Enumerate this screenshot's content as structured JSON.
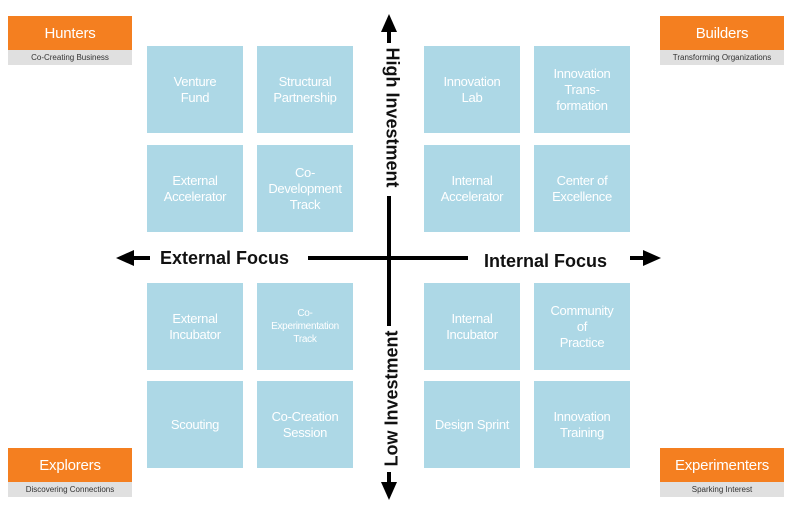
{
  "corners": {
    "top_left": {
      "title": "Hunters",
      "subtitle": "Co-Creating Business"
    },
    "top_right": {
      "title": "Builders",
      "subtitle": "Transforming Organizations"
    },
    "bottom_left": {
      "title": "Explorers",
      "subtitle": "Discovering Connections"
    },
    "bottom_right": {
      "title": "Experimenters",
      "subtitle": "Sparking Interest"
    }
  },
  "axes": {
    "top": "High Investment",
    "bottom": "Low Investment",
    "left": "External Focus",
    "right": "Internal Focus"
  },
  "quadrants": {
    "top_left": [
      "Venture\nFund",
      "Structural\nPartnership",
      "External\nAccelerator",
      "Co-\nDevelopment\nTrack"
    ],
    "top_right": [
      "Innovation\nLab",
      "Innovation\nTrans-\nformation",
      "Internal\nAccelerator",
      "Center of\nExcellence"
    ],
    "bottom_left": [
      "External\nIncubator",
      "Co-\nExperimentation\nTrack",
      "Scouting",
      "Co-Creation\nSession"
    ],
    "bottom_right": [
      "Internal\nIncubator",
      "Community\nof\nPractice",
      "Design Sprint",
      "Innovation\nTraining"
    ]
  },
  "colors": {
    "accent": "#f47f20",
    "box": "#add8e6",
    "axis": "#000000"
  }
}
